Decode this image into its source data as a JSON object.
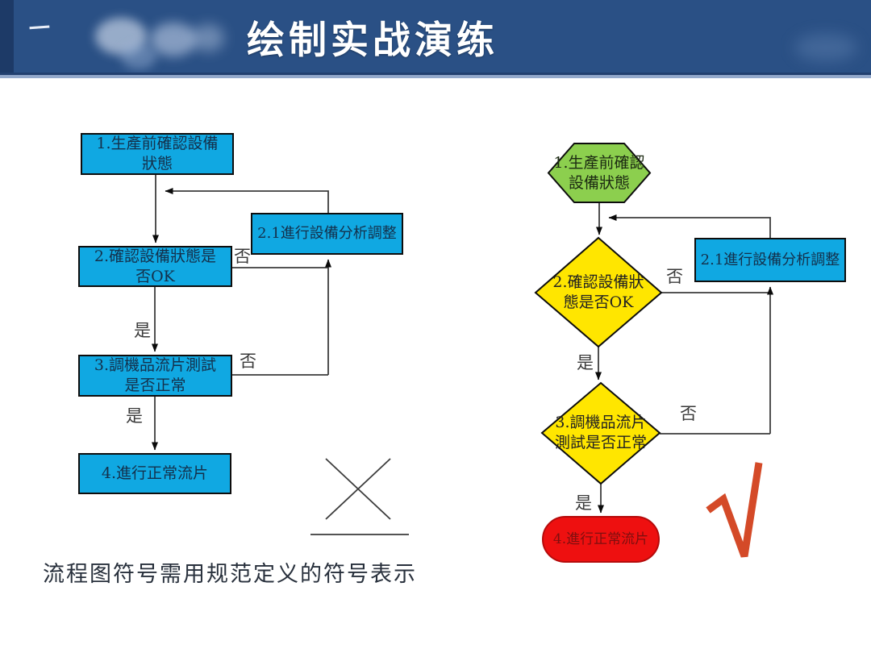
{
  "header": {
    "dash": "一",
    "title": "绘制实战演练"
  },
  "colors": {
    "header_bg": "#2a5085",
    "header_strip": "#1d3a67",
    "process_fill": "#10a8e2",
    "hexagon_fill": "#8ccf4e",
    "diamond_fill": "#ffe600",
    "terminator_fill": "#ee1010",
    "terminator_text": "#7e0f0f",
    "wrong_mark": "#1b1bb4",
    "check_mark": "#d44a28"
  },
  "labels": {
    "yes": "是",
    "no": "否"
  },
  "flowchart_wrong": {
    "verdict_mark": "×",
    "step1": "1.生產前確認設備狀態",
    "step2": "2.確認設備狀態是否OK",
    "step2_1": "2.1進行設備分析調整",
    "step3": "3.調機品流片測試是否正常",
    "step4": "4.進行正常流片"
  },
  "flowchart_correct": {
    "verdict_mark": "√",
    "step1": "1.生產前確認設備狀態",
    "step2": "2.確認設備狀態是否OK",
    "step2_1": "2.1進行設備分析調整",
    "step3": "3.調機品流片測試是否正常",
    "step4": "4.進行正常流片"
  },
  "caption": "流程图符号需用规范定义的符号表示"
}
